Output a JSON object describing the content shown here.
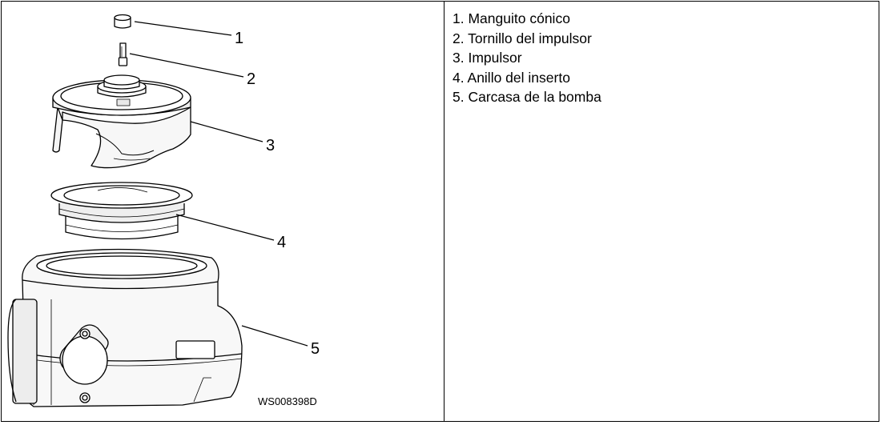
{
  "figure": {
    "callouts": [
      "1",
      "2",
      "3",
      "4",
      "5"
    ],
    "code": "WS008398D"
  },
  "legend": {
    "items": [
      {
        "num": "1.",
        "label": "Manguito cónico"
      },
      {
        "num": "2.",
        "label": "Tornillo del impulsor"
      },
      {
        "num": "3.",
        "label": "Impulsor"
      },
      {
        "num": "4.",
        "label": "Anillo del inserto"
      },
      {
        "num": "5.",
        "label": "Carcasa de la bomba"
      }
    ]
  }
}
